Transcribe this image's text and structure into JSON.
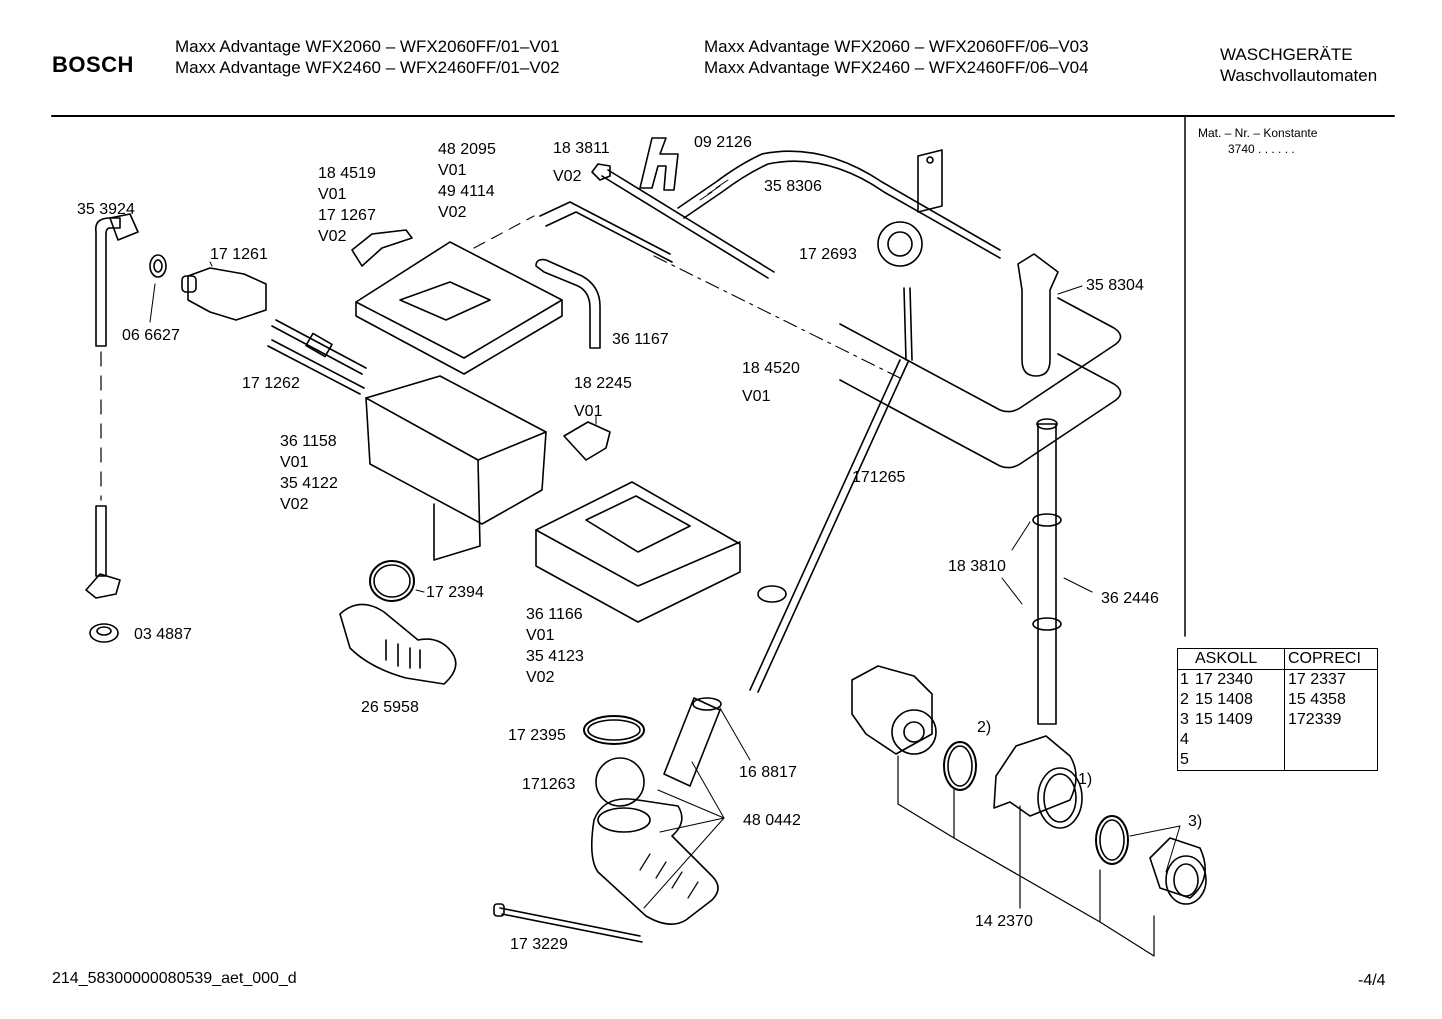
{
  "header": {
    "brand": "BOSCH",
    "models_left": [
      "Maxx Advantage WFX2060 – WFX2060FF/01–V01",
      "Maxx Advantage WFX2460 – WFX2460FF/01–V02"
    ],
    "models_right": [
      "Maxx Advantage WFX2060 – WFX2060FF/06–V03",
      "Maxx Advantage WFX2460 – WFX2460FF/06–V04"
    ],
    "category": "WASCHGERÄTE",
    "subcategory": "Waschvollautomaten"
  },
  "mat_info": {
    "label": "Mat. – Nr. – Konstante",
    "value": "3740 . . . . . ."
  },
  "part_labels": [
    {
      "id": "lbl-353924",
      "text": "35 3924"
    },
    {
      "id": "lbl-171261",
      "text": "17 1261"
    },
    {
      "id": "lbl-066627",
      "text": "06 6627"
    },
    {
      "id": "lbl-171262",
      "text": "17 1262"
    },
    {
      "id": "lbl-184519",
      "text": "18 4519"
    },
    {
      "id": "lbl-184519-v",
      "text": "V01"
    },
    {
      "id": "lbl-171267",
      "text": "17 1267"
    },
    {
      "id": "lbl-171267-v",
      "text": "V02"
    },
    {
      "id": "lbl-482095",
      "text": "48 2095"
    },
    {
      "id": "lbl-482095-v",
      "text": "V01"
    },
    {
      "id": "lbl-494114",
      "text": "49 4114"
    },
    {
      "id": "lbl-494114-v",
      "text": "V02"
    },
    {
      "id": "lbl-183811",
      "text": "18 3811"
    },
    {
      "id": "lbl-183811-v",
      "text": "V02"
    },
    {
      "id": "lbl-092126",
      "text": "09 2126"
    },
    {
      "id": "lbl-358306",
      "text": "35 8306"
    },
    {
      "id": "lbl-172693",
      "text": "17 2693"
    },
    {
      "id": "lbl-358304",
      "text": "35 8304"
    },
    {
      "id": "lbl-361167",
      "text": "36 1167"
    },
    {
      "id": "lbl-184520",
      "text": "18 4520"
    },
    {
      "id": "lbl-184520-v",
      "text": "V01"
    },
    {
      "id": "lbl-182245",
      "text": "18 2245"
    },
    {
      "id": "lbl-182245-v",
      "text": "V01"
    },
    {
      "id": "lbl-361158",
      "text": "36 1158"
    },
    {
      "id": "lbl-361158-v",
      "text": "V01"
    },
    {
      "id": "lbl-354122",
      "text": "35 4122"
    },
    {
      "id": "lbl-354122-v",
      "text": "V02"
    },
    {
      "id": "lbl-171265",
      "text": "171265"
    },
    {
      "id": "lbl-183810",
      "text": "18 3810"
    },
    {
      "id": "lbl-362446",
      "text": "36 2446"
    },
    {
      "id": "lbl-172394",
      "text": "17 2394"
    },
    {
      "id": "lbl-034887",
      "text": "03 4887"
    },
    {
      "id": "lbl-361166",
      "text": "36 1166"
    },
    {
      "id": "lbl-361166-v",
      "text": "V01"
    },
    {
      "id": "lbl-354123",
      "text": "35 4123"
    },
    {
      "id": "lbl-354123-v",
      "text": "V02"
    },
    {
      "id": "lbl-265958",
      "text": "26 5958"
    },
    {
      "id": "lbl-172395",
      "text": "17 2395"
    },
    {
      "id": "lbl-168817",
      "text": "16 8817"
    },
    {
      "id": "lbl-171263",
      "text": "171263"
    },
    {
      "id": "lbl-480442",
      "text": "48 0442"
    },
    {
      "id": "lbl-173229",
      "text": "17 3229"
    },
    {
      "id": "lbl-142370",
      "text": "14 2370"
    },
    {
      "id": "lbl-ref2",
      "text": "2)"
    },
    {
      "id": "lbl-ref1",
      "text": "1)"
    },
    {
      "id": "lbl-ref3",
      "text": "3)"
    }
  ],
  "parts_table": {
    "headers": [
      "ASKOLL",
      "COPRECI"
    ],
    "rows": [
      {
        "idx": "1",
        "askoll": "17 2340",
        "copreci": "17 2337"
      },
      {
        "idx": "2",
        "askoll": "15 1408",
        "copreci": "15 4358"
      },
      {
        "idx": "3",
        "askoll": "15 1409",
        "copreci": "172339"
      },
      {
        "idx": "4",
        "askoll": "",
        "copreci": ""
      },
      {
        "idx": "5",
        "askoll": "",
        "copreci": ""
      }
    ]
  },
  "footer": {
    "doc_id": "214_58300000080539_aet_000_d",
    "page": "-4/4"
  }
}
